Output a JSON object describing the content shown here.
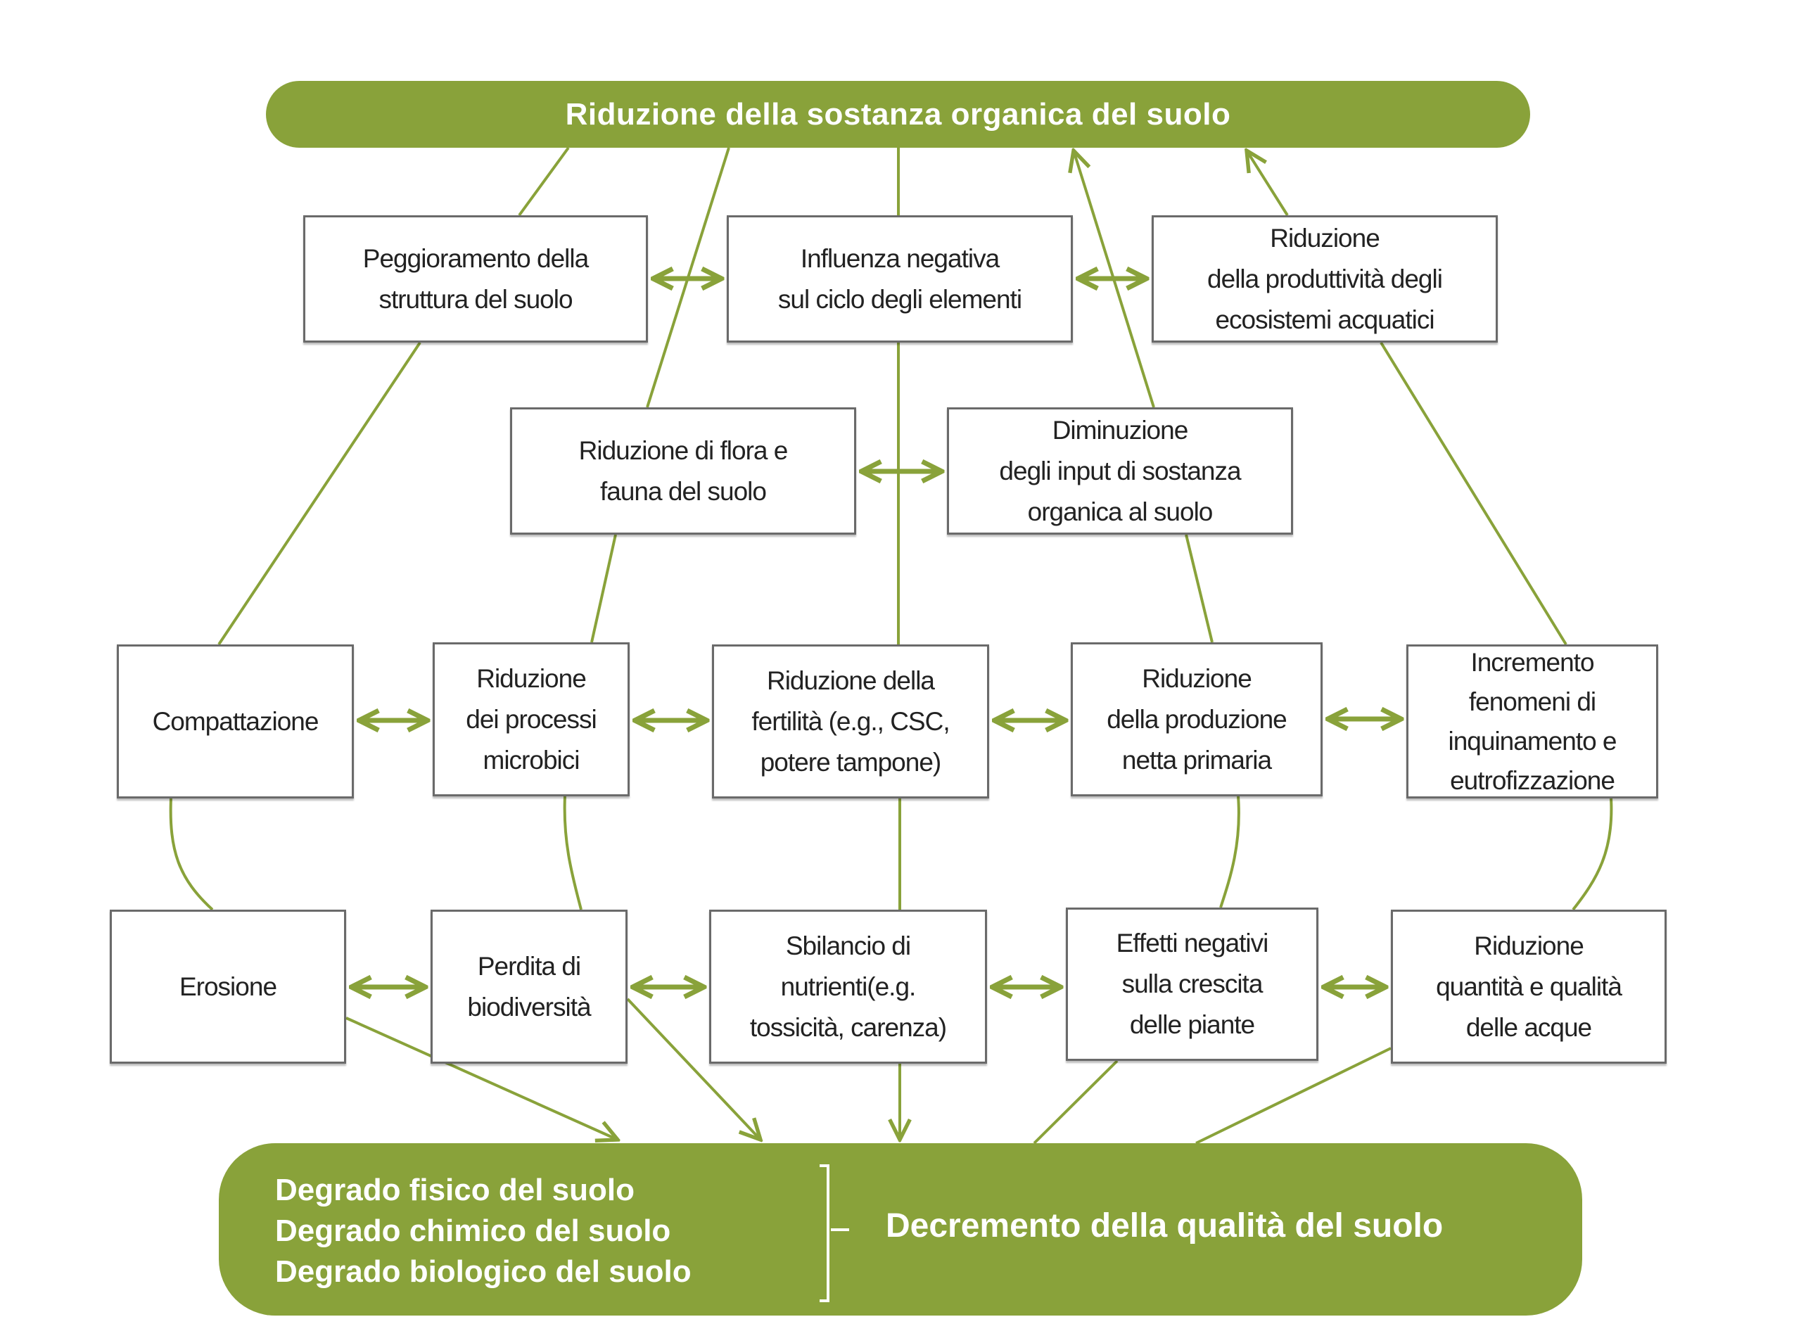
{
  "colors": {
    "accent": "#89a23a",
    "box_border": "#6a6a6a",
    "text": "#222222",
    "banner_text": "#ffffff"
  },
  "top_banner": {
    "label": "Riduzione della sostanza organica del suolo"
  },
  "bottom_banner": {
    "degrado": [
      "Degrado fisico del suolo",
      "Degrado chimico del suolo",
      "Degrado biologico del suolo"
    ],
    "result": "Decremento della qualità del suolo"
  },
  "nodes": {
    "peggioramento": [
      "Peggioramento della",
      "struttura del suolo"
    ],
    "influenza": [
      "Influenza negativa",
      "sul ciclo degli elementi"
    ],
    "produttivita": [
      "Riduzione",
      "della produttività degli",
      "ecosistemi acquatici"
    ],
    "flora": [
      "Riduzione di flora e",
      "fauna del suolo"
    ],
    "diminuzione": [
      "Diminuzione",
      "degli input di sostanza",
      "organica al suolo"
    ],
    "compattazione": [
      "Compattazione"
    ],
    "microbici": [
      "Riduzione",
      "dei processi",
      "microbici"
    ],
    "fertilita": [
      "Riduzione della",
      "fertilità (e.g., CSC,",
      "potere tampone)"
    ],
    "produzione": [
      "Riduzione",
      "della produzione",
      "netta primaria"
    ],
    "incremento": [
      "Incremento",
      "fenomeni di",
      "inquinamento e",
      "eutrofizzazione"
    ],
    "erosione": [
      "Erosione"
    ],
    "perdita": [
      "Perdita di",
      "biodiversità"
    ],
    "sbilancio": [
      "Sbilancio di",
      "nutrienti(e.g.",
      "tossicità, carenza)"
    ],
    "effetti": [
      "Effetti negativi",
      "sulla crescita",
      "delle piante"
    ],
    "acque": [
      "Riduzione",
      "quantità e qualità",
      "delle acque"
    ]
  },
  "relations": [
    {
      "from": "peggioramento",
      "to": "influenza",
      "type": "bidirectional"
    },
    {
      "from": "influenza",
      "to": "produttivita",
      "type": "bidirectional"
    },
    {
      "from": "flora",
      "to": "diminuzione",
      "type": "bidirectional"
    },
    {
      "from": "compattazione",
      "to": "microbici",
      "type": "bidirectional"
    },
    {
      "from": "microbici",
      "to": "fertilita",
      "type": "bidirectional"
    },
    {
      "from": "fertilita",
      "to": "produzione",
      "type": "bidirectional"
    },
    {
      "from": "produzione",
      "to": "incremento",
      "type": "bidirectional"
    },
    {
      "from": "erosione",
      "to": "perdita",
      "type": "bidirectional"
    },
    {
      "from": "perdita",
      "to": "sbilancio",
      "type": "bidirectional"
    },
    {
      "from": "sbilancio",
      "to": "effetti",
      "type": "bidirectional"
    },
    {
      "from": "effetti",
      "to": "acque",
      "type": "bidirectional"
    },
    {
      "from": "diminuzione",
      "to": "top_banner",
      "type": "arrow"
    },
    {
      "from": "produttivita",
      "to": "top_banner",
      "type": "arrow"
    },
    {
      "from": "sbilancio",
      "to": "bottom_banner",
      "type": "arrow"
    },
    {
      "from": "erosione",
      "to": "bottom_banner",
      "type": "arrow"
    },
    {
      "from": "perdita",
      "to": "bottom_banner",
      "type": "arrow"
    }
  ]
}
